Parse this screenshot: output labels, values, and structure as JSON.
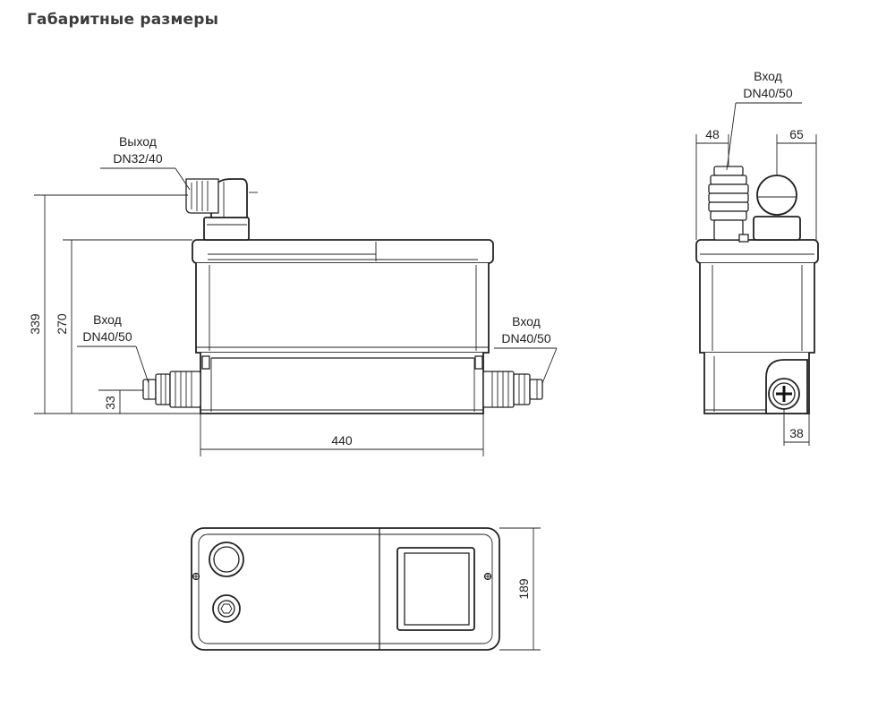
{
  "page": {
    "title": "Габаритные размеры"
  },
  "front_view": {
    "outlet_label": "Выход",
    "outlet_dn": "DN32/40",
    "inlet_left_label": "Вход",
    "inlet_left_dn": "DN40/50",
    "inlet_right_label": "Вход",
    "inlet_right_dn": "DN40/50",
    "dim_total_height": "339",
    "dim_body_height": "270",
    "dim_inlet_height": "33",
    "dim_width": "440"
  },
  "side_view": {
    "inlet_label": "Вход",
    "inlet_dn": "DN40/50",
    "dim_left_offset": "48",
    "dim_right_offset": "65",
    "dim_bottom_offset": "38"
  },
  "top_view": {
    "dim_depth": "189"
  },
  "colors": {
    "line": "#222222",
    "title": "#3c3c3c",
    "background": "#ffffff"
  }
}
